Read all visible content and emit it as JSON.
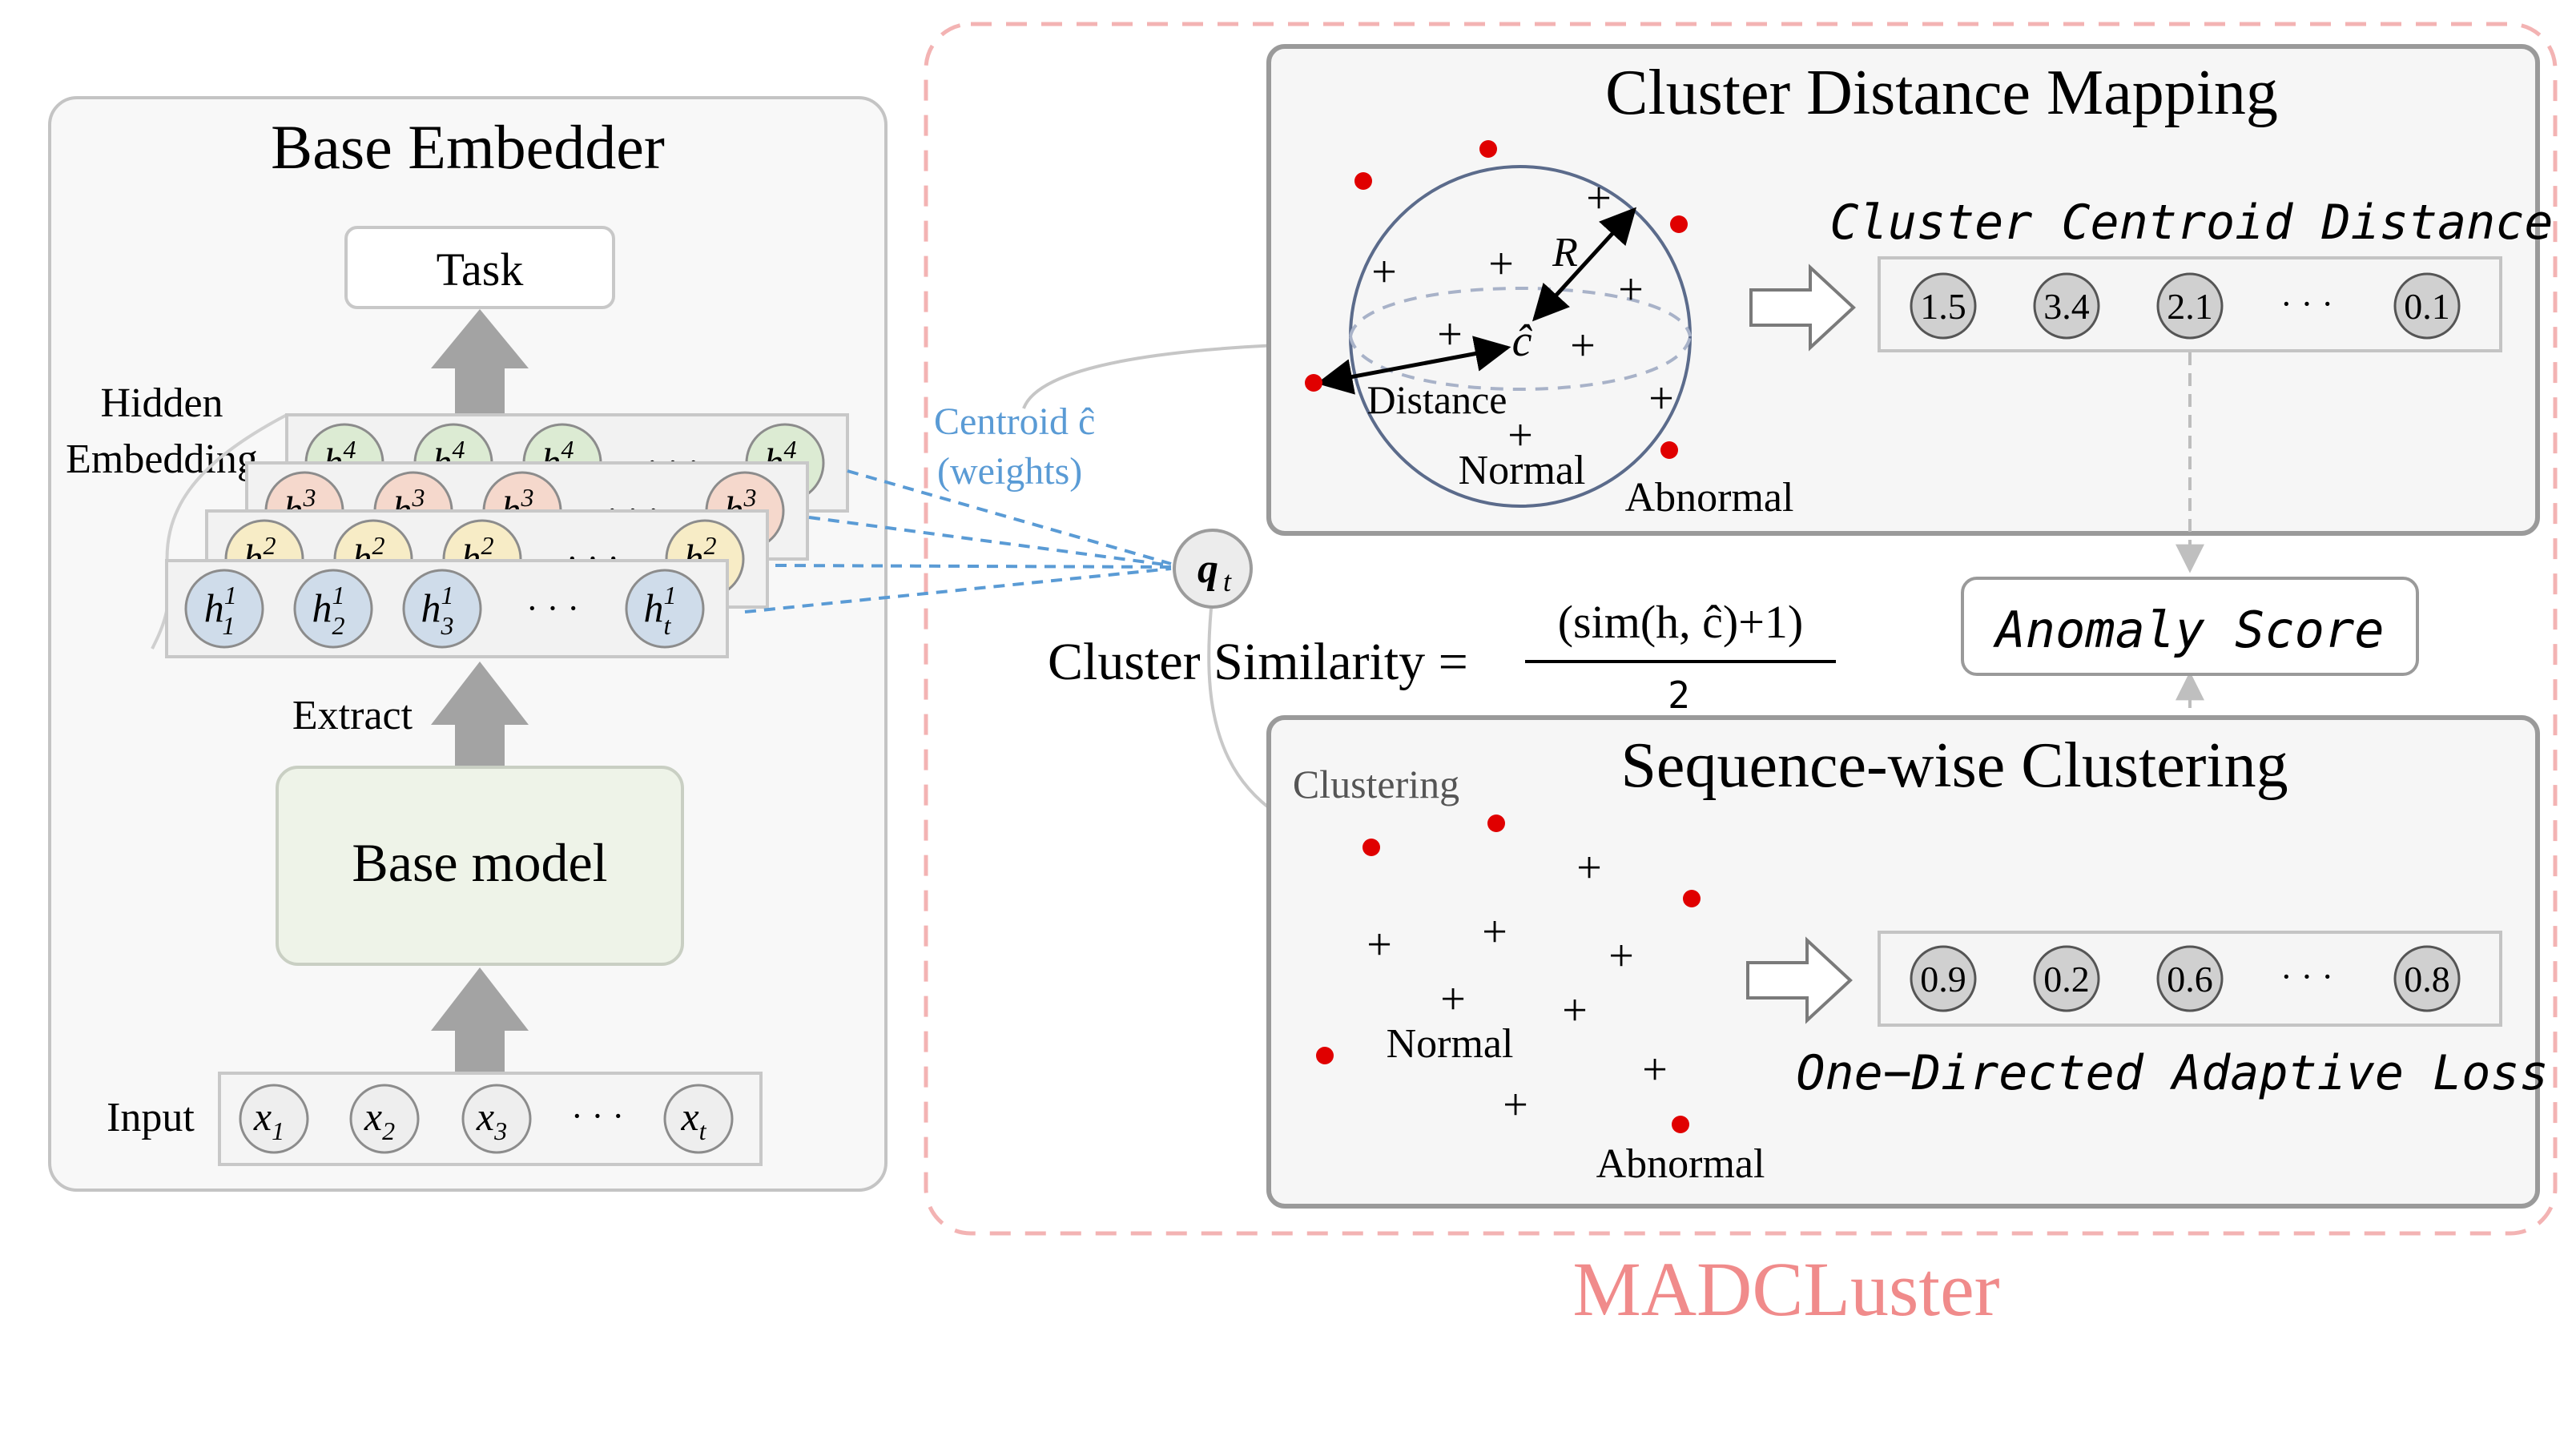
{
  "base_embedder": {
    "title": "Base Embedder",
    "task_label": "Task",
    "hidden_label_line1": "Hidden",
    "hidden_label_line2": "Embedding",
    "extract_label": "Extract",
    "base_model_label": "Base model",
    "input_label": "Input",
    "layers": [
      {
        "sup": "4",
        "fill": "#dcebd3"
      },
      {
        "sup": "3",
        "fill": "#f5d8cc"
      },
      {
        "sup": "2",
        "fill": "#f7ecc6"
      },
      {
        "sup": "1",
        "fill": "#cfdcea"
      }
    ],
    "front_subs": [
      "1",
      "2",
      "3",
      "t"
    ],
    "inputs": [
      "1",
      "2",
      "3",
      "t"
    ],
    "ellipsis": "· · ·"
  },
  "centroid": {
    "label_line1": "Centroid ĉ",
    "label_line2": "(weights)"
  },
  "qt": {
    "main": "q",
    "sub": "t"
  },
  "cluster_similarity": {
    "lhs": "Cluster Similarity =",
    "numerator": "(sim(h, ĉ)+1)",
    "denominator": "2"
  },
  "cdm": {
    "title": "Cluster Distance Mapping",
    "R": "R",
    "c_hat": "ĉ",
    "distance": "Distance",
    "normal": "Normal",
    "abnormal": "Abnormal",
    "result_title": "Cluster Centroid Distance",
    "values": [
      "1.5",
      "3.4",
      "2.1",
      "0.1"
    ],
    "ellipsis": "· · ·"
  },
  "anomaly_score": "Anomaly Score",
  "swc": {
    "title": "Sequence-wise Clustering",
    "clustering": "Clustering",
    "normal": "Normal",
    "abnormal": "Abnormal",
    "result_title": "One−Directed Adaptive Loss",
    "values": [
      "0.9",
      "0.2",
      "0.6",
      "0.8"
    ],
    "ellipsis": "· · ·"
  },
  "madc_title": "MADCLuster",
  "colors": {
    "panel_stroke": "#b8b8b8",
    "dashed_region": "#f3b3b3",
    "madc_title": "#f08b8b",
    "centroid_blue": "#5a9bd5",
    "red_point": "#e00000",
    "value_circle": "#d0d0d0",
    "arrow_gray": "#9a9a9a",
    "base_model_fill": "#eef3e8"
  }
}
